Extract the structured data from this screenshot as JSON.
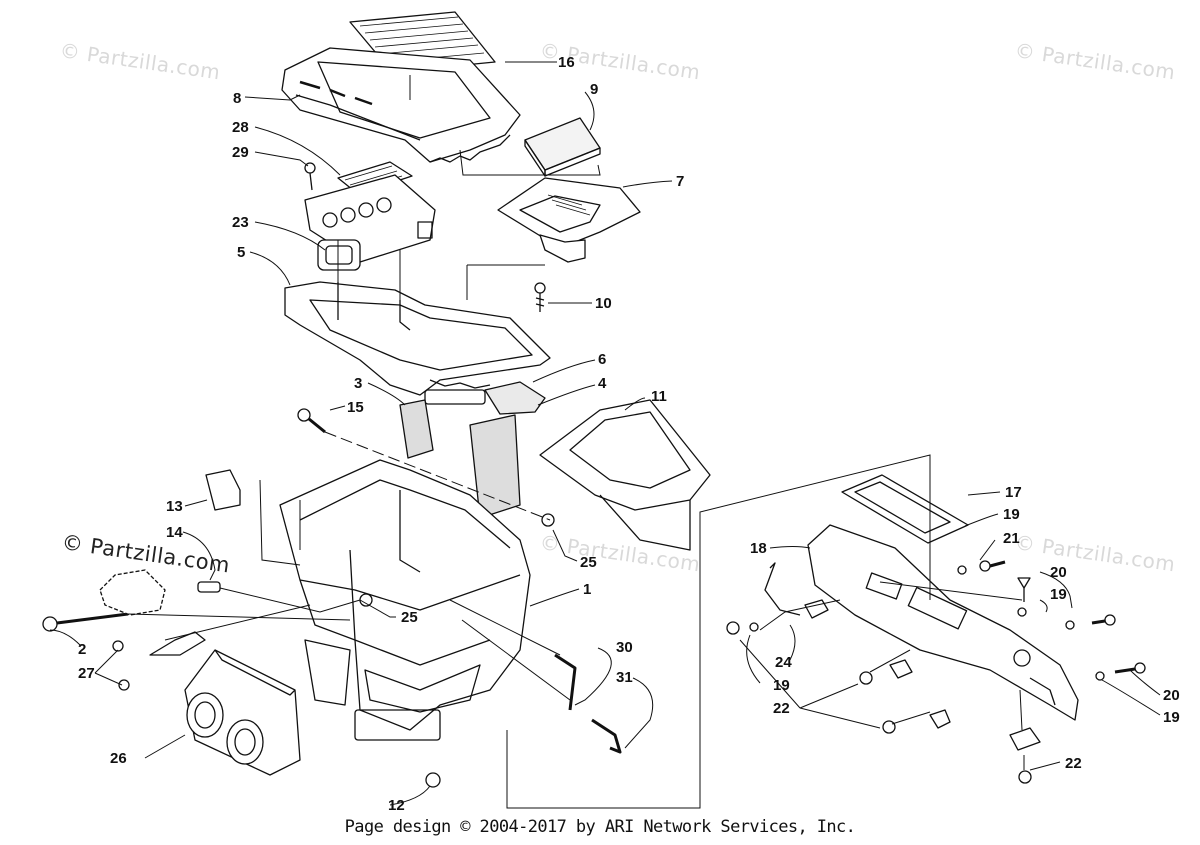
{
  "watermark": "© Partzilla.com",
  "footer": "Page design © 2004-2017 by ARI Network Services, Inc.",
  "callouts": {
    "c1": "1",
    "c2": "2",
    "c3": "3",
    "c4": "4",
    "c5": "5",
    "c6": "6",
    "c7": "7",
    "c8": "8",
    "c9": "9",
    "c10": "10",
    "c11": "11",
    "c12": "12",
    "c13": "13",
    "c14": "14",
    "c15": "15",
    "c16": "16",
    "c17": "17",
    "c18": "18",
    "c19": "19",
    "c20": "20",
    "c21": "21",
    "c22": "22",
    "c23": "23",
    "c24": "24",
    "c25": "25",
    "c26": "26",
    "c27": "27",
    "c28": "28",
    "c29": "29",
    "c30": "30",
    "c31": "31"
  }
}
